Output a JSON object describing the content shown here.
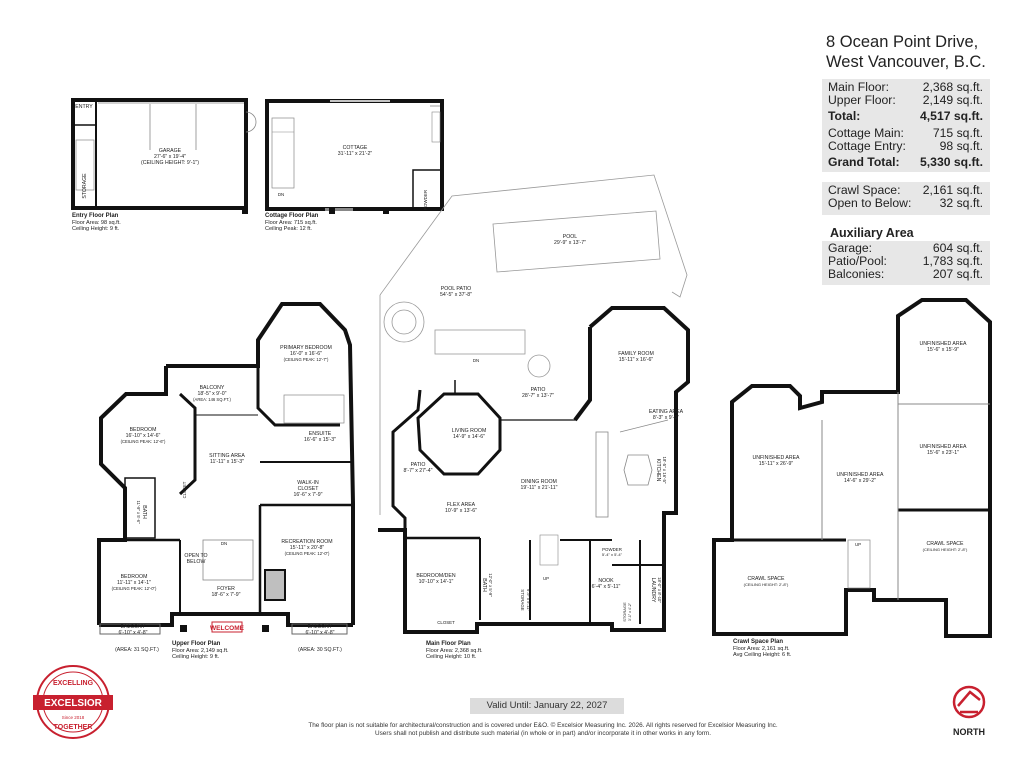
{
  "header": {
    "address_line1": "8 Ocean Point Drive,",
    "address_line2": "West Vancouver, B.C."
  },
  "areas_main": [
    {
      "label": "Main Floor:",
      "value": "2,368 sq.ft.",
      "bold": false
    },
    {
      "label": "Upper Floor:",
      "value": "2,149 sq.ft.",
      "bold": false
    },
    {
      "label": "Total:",
      "value": "4,517 sq.ft.",
      "bold": true
    },
    {
      "label": "Cottage Main:",
      "value": "715 sq.ft.",
      "bold": false
    },
    {
      "label": "Cottage Entry:",
      "value": "98 sq.ft.",
      "bold": false
    },
    {
      "label": "Grand Total:",
      "value": "5,330 sq.ft.",
      "bold": true
    }
  ],
  "areas_crawl": [
    {
      "label": "Crawl Space:",
      "value": "2,161 sq.ft."
    },
    {
      "label": "Open to Below:",
      "value": "32 sq.ft."
    }
  ],
  "auxiliary": {
    "heading": "Auxiliary Area",
    "rows": [
      {
        "label": "Garage:",
        "value": "604 sq.ft."
      },
      {
        "label": "Patio/Pool:",
        "value": "1,783 sq.ft."
      },
      {
        "label": "Balconies:",
        "value": "207 sq.ft."
      }
    ]
  },
  "plans": {
    "entry": {
      "title": "Entry Floor Plan",
      "area": "Floor Area: 98 sq.ft.",
      "ceiling": "Ceiling Height: 9 ft."
    },
    "cottage": {
      "title": "Cottage Floor Plan",
      "area": "Floor Area: 715 sq.ft.",
      "ceiling": "Ceiling Peak: 12 ft."
    },
    "upper": {
      "title": "Upper Floor Plan",
      "area": "Floor Area: 2,149 sq.ft.",
      "ceiling": "Ceiling Height: 9 ft."
    },
    "main": {
      "title": "Main Floor Plan",
      "area": "Floor Area: 2,368 sq.ft.",
      "ceiling": "Ceiling Height: 10 ft."
    },
    "crawl": {
      "title": "Crawl Space Plan",
      "area": "Floor Area: 2,161 sq.ft.",
      "ceiling": "Avg Ceiling Height: 6 ft."
    }
  },
  "rooms": {
    "entry_tag": "ENTRY",
    "storage_entry": "STORAGE",
    "garage": "GARAGE",
    "garage_dim": "27'-6\" x 19'-4\"",
    "garage_ceiling": "(CEILING HEIGHT: 9'-1\")",
    "cottage": "COTTAGE",
    "cottage_dim": "31'-11\" x 21'-2\"",
    "powder_cottage": "POWDER",
    "pool": "POOL",
    "pool_dim": "29'-9\" x 13'-7\"",
    "pool_patio": "POOL PATIO",
    "pool_patio_dim": "54'-5\" x 37'-8\"",
    "primary_bedroom": "PRIMARY BEDROOM",
    "primary_bedroom_dim": "16'-0\" x 16'-6\"",
    "primary_bedroom_ceiling": "(CEILING PEAK: 12'-7\")",
    "balcony_top": "BALCONY",
    "balcony_top_dim": "18'-5\" x 9'-0\"",
    "balcony_top_area": "(AREA: 146 SQ.FT.)",
    "bedroom_upper": "BEDROOM",
    "bedroom_upper_dim": "16'-10\" x 14'-6\"",
    "bedroom_upper_ceiling": "(CEILING PEAK: 12'-6\")",
    "ensuite": "ENSUITE",
    "ensuite_dim": "16'-6\" x 15'-3\"",
    "sitting_area": "SITTING AREA",
    "sitting_area_dim": "11'-11\" x 15'-3\"",
    "walkin_closet": "WALK-IN",
    "walkin_closet2": "CLOSET",
    "walkin_closet_dim": "16'-6\" x 7'-9\"",
    "closet": "CLOSET",
    "bath_upper": "BATH",
    "bath_upper_dim": "11'-9\" x 5'-6\"",
    "recreation_room": "RECREATION ROOM",
    "recreation_room_dim": "15'-11\" x 20'-8\"",
    "recreation_room_ceiling": "(CEILING PEAK: 12'-0\")",
    "open_to_below": "OPEN TO",
    "open_to_below2": "BELOW",
    "bedroom_lower_left": "BEDROOM",
    "bedroom_lower_left_dim": "11'-11\" x 14'-1\"",
    "bedroom_lower_left_ceiling": "(CEILING PEAK: 12'-0\")",
    "foyer": "FOYER",
    "foyer_dim": "18'-6\" x 7'-9\"",
    "balcony_left": "BALCONY",
    "balcony_left_dim": "6'-10\" x 4'-8\"",
    "balcony_left_area": "(AREA: 31 SQ.FT.)",
    "balcony_right": "BALCONY",
    "balcony_right_dim": "6'-10\" x 4'-8\"",
    "balcony_right_area": "(AREA: 30 SQ.FT.)",
    "welcome": "WELCOME",
    "family_room": "FAMILY ROOM",
    "family_room_dim": "15'-11\" x 16'-6\"",
    "patio_main": "PATIO",
    "patio_main_dim": "28'-7\" x 13'-7\"",
    "living_room": "LIVING ROOM",
    "living_room_dim": "14'-9\" x 14'-6\"",
    "eating_area": "EATING AREA",
    "eating_area_dim": "8'-3\" x 9'-0\"",
    "kitchen": "KITCHEN",
    "kitchen_dim": "18'-5\" x 16'-5\"",
    "patio_left": "PATIO",
    "patio_left_dim": "8'-7\" x 27'-4\"",
    "dining_room": "DINING ROOM",
    "dining_room_dim": "19'-11\" x 21'-11\"",
    "flex_area": "FLEX AREA",
    "flex_area_dim": "10'-9\" x 13'-6\"",
    "bedroom_den": "BEDROOM/DEN",
    "bedroom_den_dim": "10'-10\" x 14'-1\"",
    "bath_main": "BATH",
    "bath_main_dim": "12'-0\" x 5'-9\"",
    "storage_main": "STORAGE",
    "storage_main_dim": "6'-9\" x 5'-11\"",
    "powder_main": "POWDER",
    "powder_main_dim": "5'-4\" x 5'-4\"",
    "nook": "NOOK",
    "nook_dim": "6'-4\" x 5'-11\"",
    "storage_small": "STORAGE",
    "storage_small_dim": "3'-1\" x 4'-2\"",
    "laundry": "LAUNDRY",
    "laundry_dim": "18'-0\" x 8'-10\"",
    "closet_main": "CLOSET",
    "unfinished_top": "UNFINISHED AREA",
    "unfinished_top_dim": "15'-6\" x 15'-9\"",
    "unfinished_right": "UNFINISHED AREA",
    "unfinished_right_dim": "15'-6\" x 23'-1\"",
    "unfinished_left": "UNFINISHED AREA",
    "unfinished_left_dim": "15'-11\" x 26'-9\"",
    "unfinished_mid": "UNFINISHED AREA",
    "unfinished_mid_dim": "14'-6\" x 29'-2\"",
    "crawl_right": "CRAWL SPACE",
    "crawl_right_ceiling": "(CEILING HEIGHT: 2'-8\")",
    "crawl_left": "CRAWL SPACE",
    "crawl_left_ceiling": "(CEILING HEIGHT: 2'-8\")",
    "up": "UP",
    "dn": "DN"
  },
  "footer": {
    "valid_until": "Valid Until: January 22, 2027",
    "disclaimer": "The floor plan is not suitable for architectural/construction and is covered under E&O. © Excelsior Measuring Inc. 2026. All rights reserved for Excelsior Measuring Inc. Users shall not publish and distribute such material (in whole or in part) and/or incorporate it in other works in any form.",
    "north": "NORTH"
  },
  "logo": {
    "top": "EXCELLING",
    "center": "EXCELSIOR",
    "since": "Since 2018",
    "bottom": "TOGETHER"
  },
  "colors": {
    "wall": "#111111",
    "thin_line": "#9a9a9a",
    "logo_red": "#c8202f",
    "north_red": "#c8202f",
    "panel_gray": "#e7e7e7",
    "accent_red": "#c8202f"
  }
}
